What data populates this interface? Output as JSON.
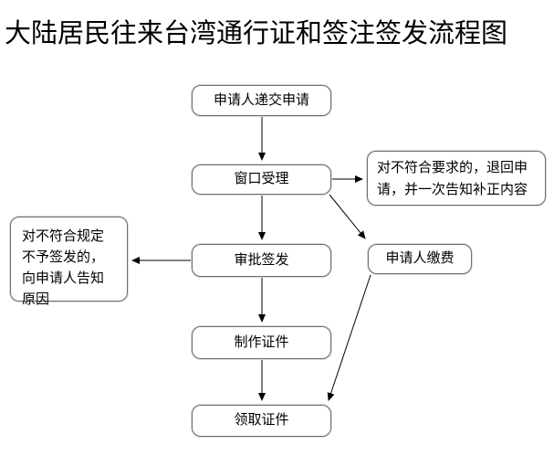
{
  "title": "大陆居民往来台湾通行证和签注签发流程图",
  "flowchart": {
    "nodes": {
      "submit": {
        "label": "申请人递交申请"
      },
      "accept": {
        "label": "窗口受理"
      },
      "approve": {
        "label": "审批签发"
      },
      "produce": {
        "label": "制作证件"
      },
      "collect": {
        "label": "领取证件"
      },
      "reject_return": {
        "label": "对不符合要求的，退回申请，并一次告知补正内容"
      },
      "pay": {
        "label": "申请人缴费"
      },
      "deny_notify": {
        "label": "对不符合规定不予签发的，向申请人告知原因"
      }
    },
    "edges": [
      {
        "from": "submit",
        "to": "accept"
      },
      {
        "from": "accept",
        "to": "reject_return"
      },
      {
        "from": "accept",
        "to": "approve"
      },
      {
        "from": "accept",
        "to": "pay"
      },
      {
        "from": "approve",
        "to": "deny_notify"
      },
      {
        "from": "approve",
        "to": "produce"
      },
      {
        "from": "produce",
        "to": "collect"
      },
      {
        "from": "pay",
        "to": "collect"
      }
    ]
  },
  "colors": {
    "background": "#ffffff",
    "text": "#000000",
    "node_border": "#6e6e6e",
    "edge_line": "#000000"
  }
}
